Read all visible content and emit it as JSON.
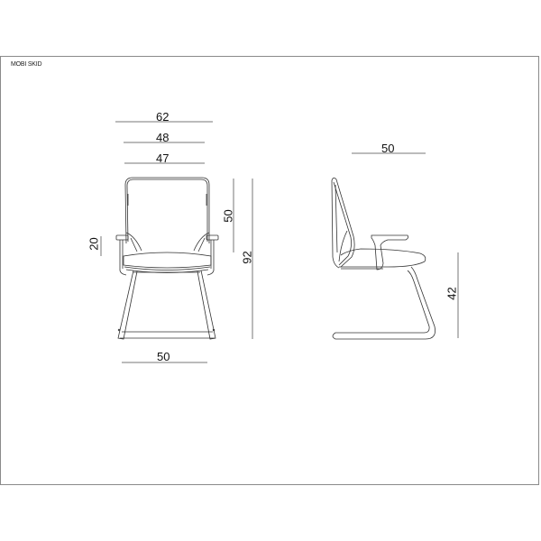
{
  "sheet": {
    "model_label": "MOBI SKID"
  },
  "front_view": {
    "dimensions": {
      "overall_width": "62",
      "arm_width": "48",
      "seat_width": "47",
      "backrest_height": "50",
      "overall_height": "92",
      "armrest_height": "20",
      "base_width": "50"
    }
  },
  "side_view": {
    "dimensions": {
      "depth": "50",
      "seat_height": "42"
    }
  },
  "colors": {
    "line": "#333333",
    "dim_line": "#777777",
    "frame": "#8a8a8a"
  }
}
